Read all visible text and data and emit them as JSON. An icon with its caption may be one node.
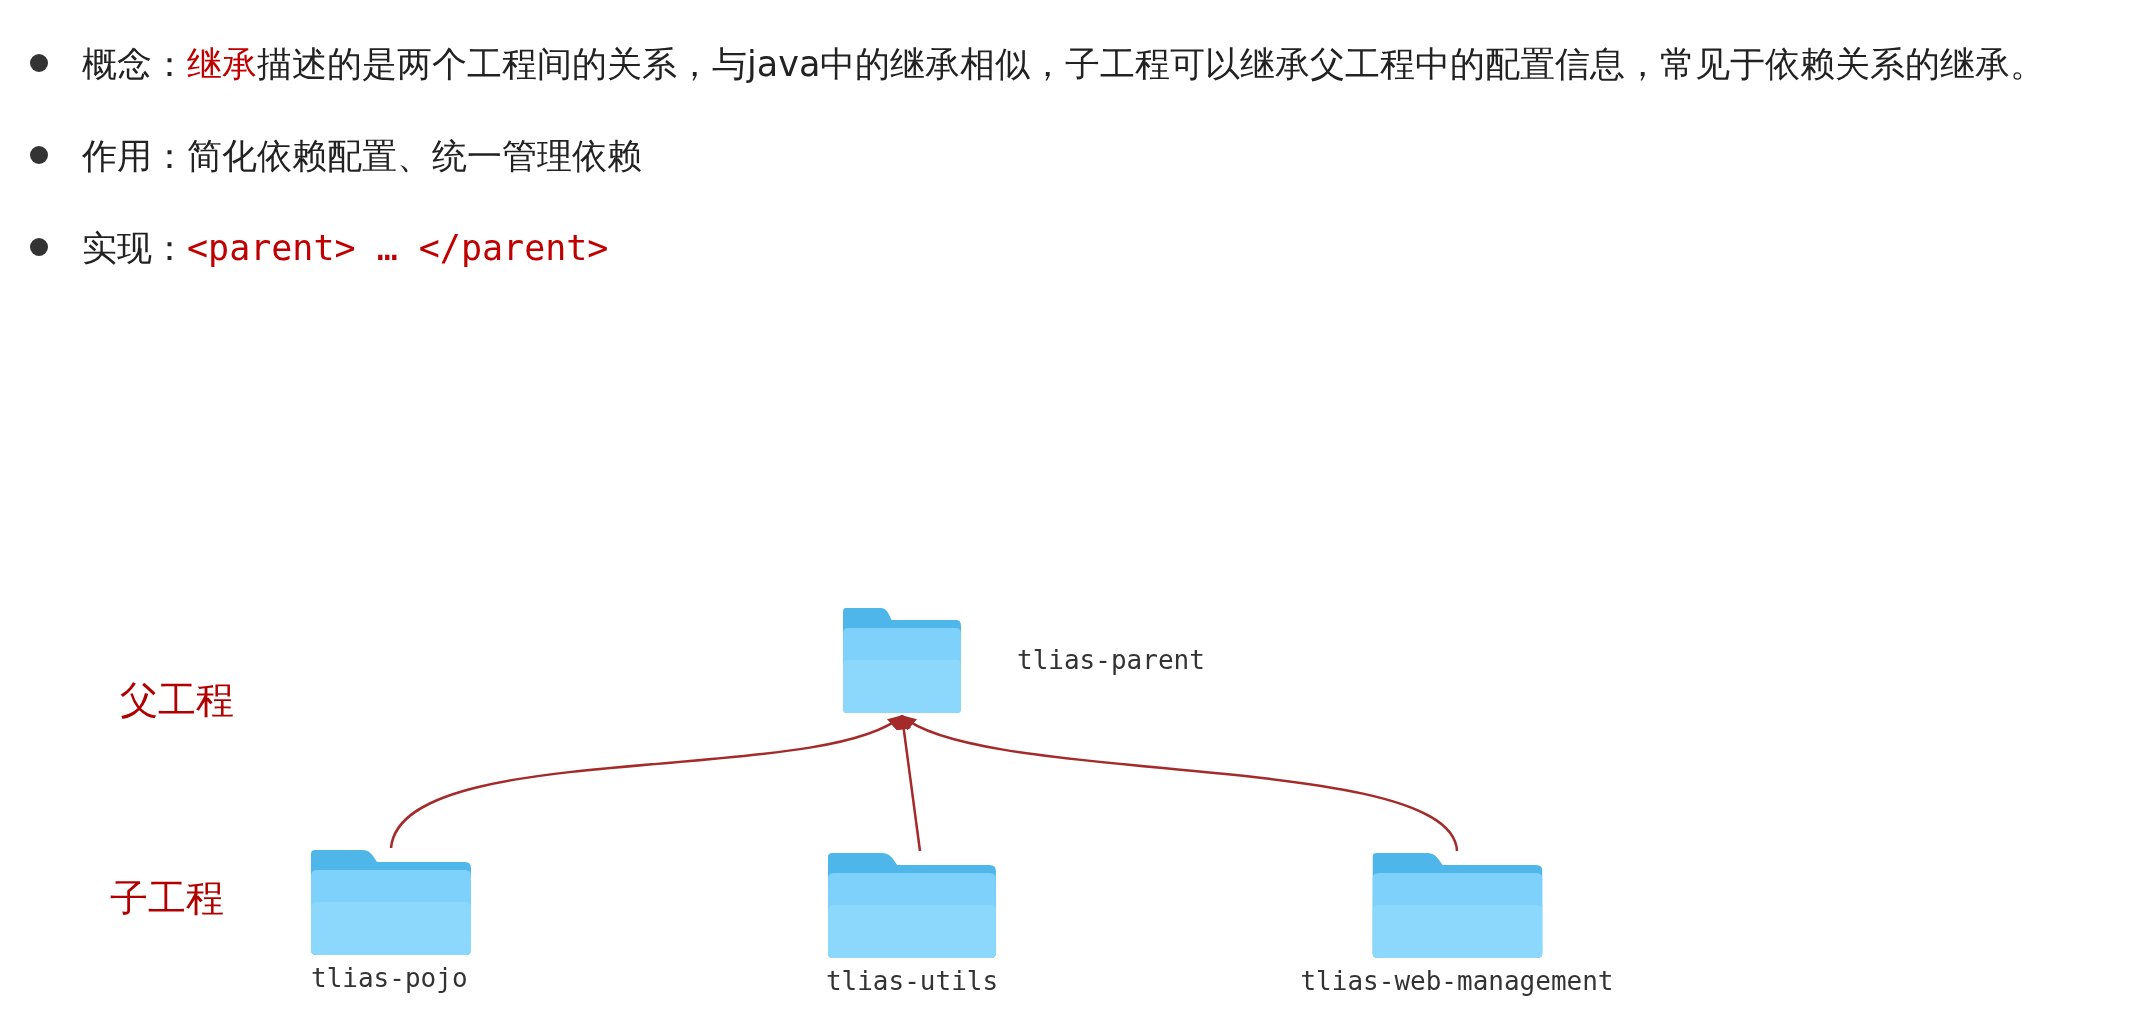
{
  "diagram": {
    "nodes": [
      {
        "text": [
          "tlias-parent"
        ]
      },
      {
        "text": [
          "tlias-pojo"
        ]
      },
      {
        "text": [
          "tlias-utils"
        ]
      },
      {
        "text": [
          "tlias-web-management"
        ]
      }
    ],
    "edges": [
      {
        "from": 1,
        "to": 0,
        "arrow": "to"
      },
      {
        "from": 2,
        "to": 0,
        "arrow": "to"
      },
      {
        "from": 3,
        "to": 0,
        "arrow": "to"
      }
    ],
    "labels": [
      "概念：**继承**描述的是两个工程间的关系，与java中的继承相似，子工程可以继承父工程中的配置信息，常见于依赖关系的继承。",
      "作用：简化依赖配置、统一管理依赖",
      "实现：",
      "<parent> … </parent>",
      "父工程",
      "子工程"
    ]
  }
}
